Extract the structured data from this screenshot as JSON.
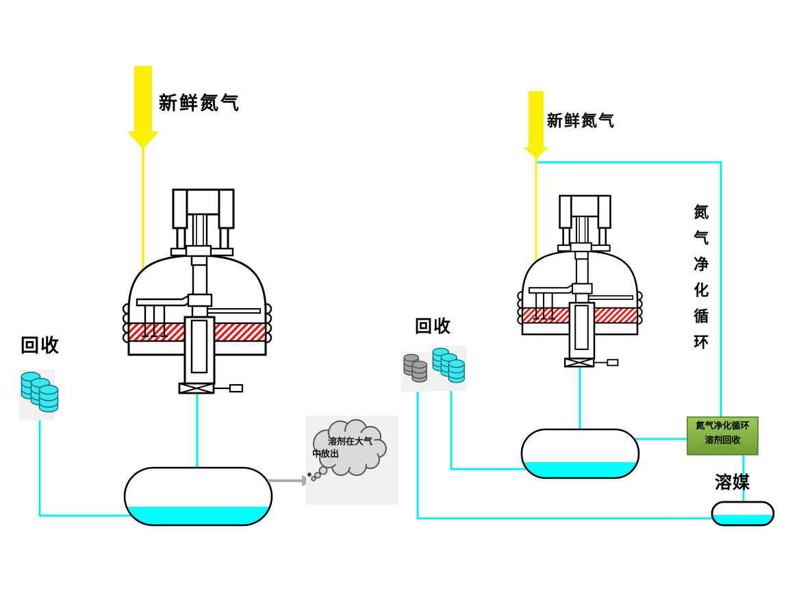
{
  "colors": {
    "pipe_cyan": "#00efef",
    "liquid_cyan": "#00ffff",
    "arrow_yellow": "#ffef00",
    "heater_red": "#ee1111",
    "green_box_top": "#9cca5a",
    "green_box_bottom": "#6e9e33",
    "green_box_border": "#4e7d2a",
    "gray_arrow": "#ababab",
    "cloud_fill": "#d9d9d9",
    "cloud_stroke": "#555555",
    "barrel_cyan": "#38e8f2",
    "barrel_gray": "#a2a2a2",
    "image_backing": "#f1f1f1"
  },
  "left_process": {
    "fresh_nitrogen_label": "新鲜氮气",
    "recovery_label": "回收",
    "cloud_line1": "溶剂在大气",
    "cloud_line2": "中放出"
  },
  "right_process": {
    "fresh_nitrogen_label": "新鲜氮气",
    "recovery_label": "回收",
    "loop_label": "氮气净化循环",
    "unit_label_line1": "氮气净化循环",
    "unit_label_line2": "溶剂回收",
    "solvent_label": "溶媒"
  }
}
